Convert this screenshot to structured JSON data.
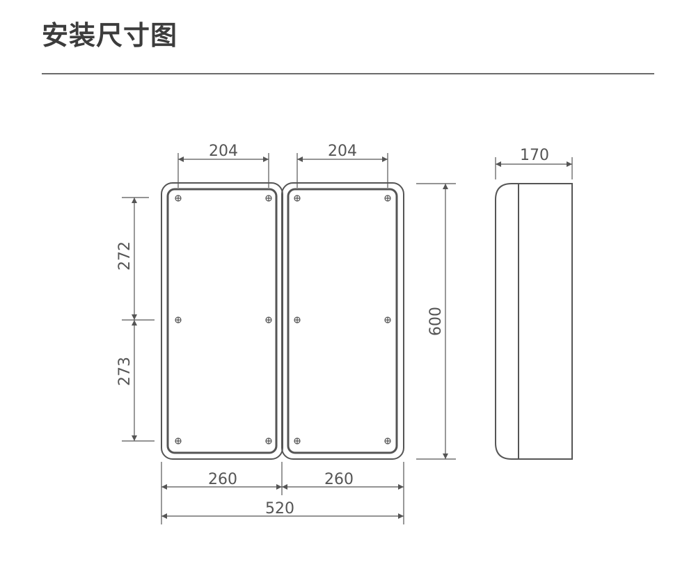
{
  "title": "安装尺寸图",
  "colors": {
    "line": "#555555",
    "text": "#555555",
    "title": "#3c3c3c",
    "rule": "#6a6a6a"
  },
  "dimensions": {
    "left_hole_spacing": "204",
    "right_hole_spacing": "204",
    "side_depth": "170",
    "upper_vertical_spacing": "272",
    "lower_vertical_spacing": "273",
    "total_height": "600",
    "left_width": "260",
    "right_width": "260",
    "total_width": "520"
  }
}
